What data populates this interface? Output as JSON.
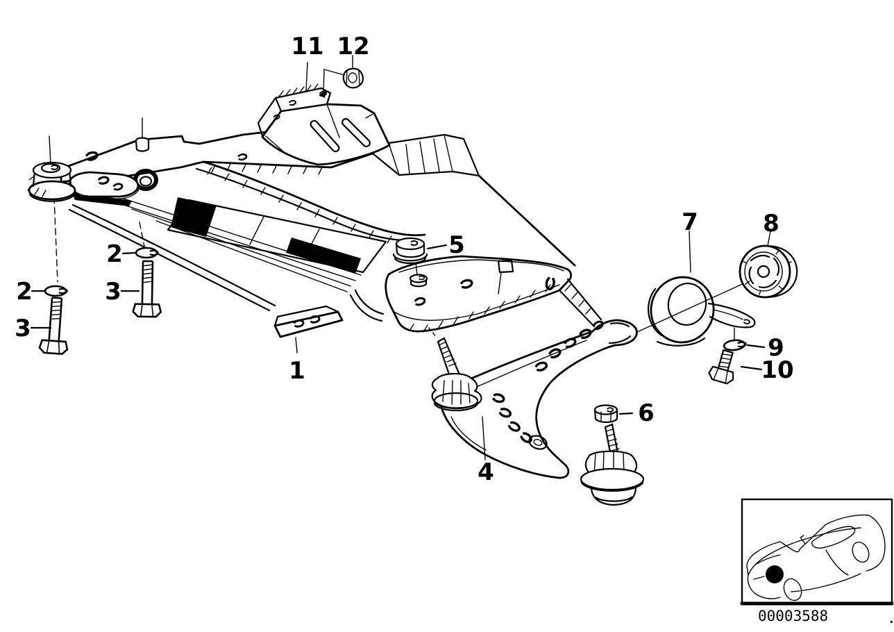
{
  "colors": {
    "ink": "#000000",
    "paper": "#ffffff"
  },
  "callouts": {
    "n1": "1",
    "n2": "2",
    "n3": "3",
    "n4": "4",
    "n5": "5",
    "n6": "6",
    "n7": "7",
    "n8": "8",
    "n9": "9",
    "n10": "10",
    "n11": "11",
    "n12": "12"
  },
  "thumbnail": {
    "image_code": "00003588",
    "stray_mark": "."
  }
}
